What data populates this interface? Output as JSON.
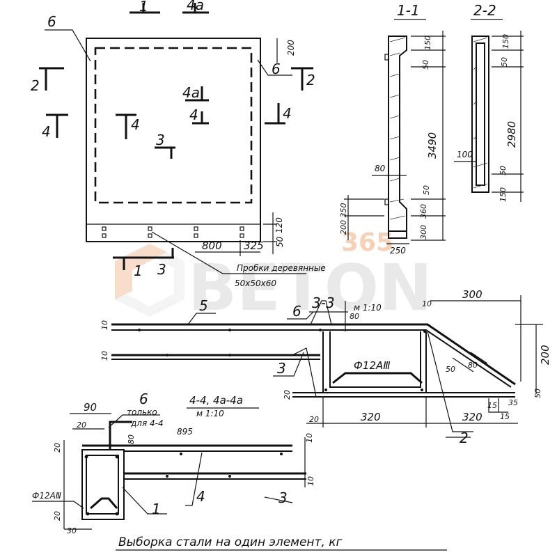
{
  "watermark": {
    "brand": "BETON",
    "number": "365"
  },
  "plan": {
    "label_6_top": "6",
    "label_6_right": "6",
    "sec_1_top": "1",
    "sec_4a_top": "4a",
    "sec_2_left": "2",
    "sec_2_right": "2",
    "sec_4_left": "4",
    "sec_4_mid": "4",
    "sec_4_center": "4",
    "sec_4_right": "4",
    "sec_4a_mid": "4a",
    "sec_3_mid": "3",
    "sec_1_bottom": "1",
    "sec_3_bottom": "3",
    "dim_200": "200",
    "dim_120": "120",
    "dim_50": "50",
    "dim_800": "800",
    "dim_325": "325",
    "plugs_line1": "Пробки деревянные",
    "plugs_line2": "50x50x60"
  },
  "section_1_1": {
    "title": "1-1",
    "dim_150": "150",
    "dim_50": "50",
    "dim_3490": "3490",
    "dim_80": "80",
    "dim_50b": "50",
    "dim_200_350": "200  350",
    "dim_360": "360",
    "dim_300": "300",
    "dim_250": "250"
  },
  "section_2_2": {
    "title": "2-2",
    "dim_150": "150",
    "dim_50": "50",
    "dim_2980": "2980",
    "dim_100": "100",
    "dim_50b": "50",
    "dim_150b": "150"
  },
  "section_3_3": {
    "title": "3-3",
    "scale": "м 1:10",
    "mark_5": "5",
    "mark_6": "6",
    "mark_3": "3",
    "mark_2": "2",
    "dim_10a": "10",
    "dim_10b": "10",
    "dim_80": "80",
    "dim_300": "300",
    "dim_200": "200",
    "dim_10c": "10",
    "dim_50": "50",
    "dim_80b": "80",
    "dim_15a": "15",
    "dim_35": "35",
    "dim_15b": "15",
    "dim_50b": "50",
    "dim_20": "20",
    "dim_320a": "320",
    "dim_320b": "320",
    "dim_20b": "20",
    "bar": "Ф12АⅢ"
  },
  "section_4_4": {
    "title": "4-4, 4a-4a",
    "scale": "м 1:10",
    "mark_6": "6",
    "note_line1": "только",
    "note_line2": "для 4-4",
    "dim_895": "895",
    "dim_90": "90",
    "dim_20a": "20",
    "dim_80": "80",
    "dim_20b": "20",
    "dim_10a": "10",
    "dim_10b": "10",
    "dim_20c": "20",
    "dim_30": "30",
    "mark_4": "4",
    "mark_3": "3",
    "mark_1": "1",
    "bar": "Ф12АⅢ"
  },
  "footer": {
    "caption": "Выборка стали на один элемент, кг"
  }
}
